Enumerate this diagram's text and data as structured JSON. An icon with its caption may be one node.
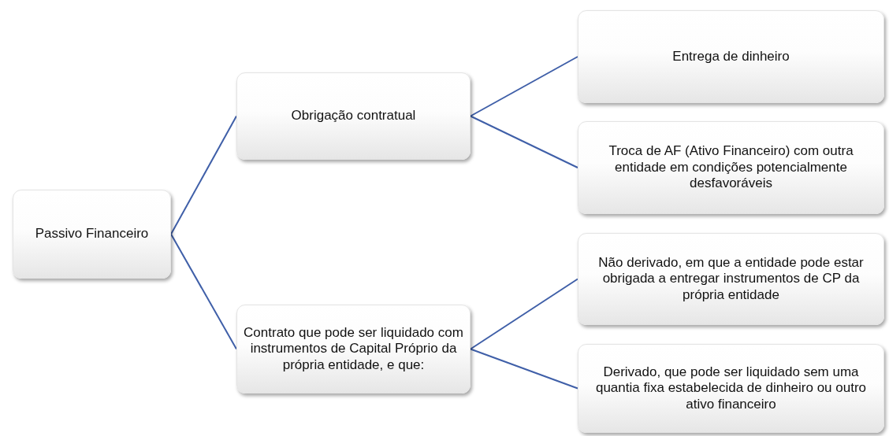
{
  "diagram": {
    "nodes": [
      {
        "text": [
          "Passivo Financeiro"
        ]
      },
      {
        "text": [
          "Obrigação contratual"
        ]
      },
      {
        "text": [
          "Contrato que pode ser liquidado com instrumentos de Capital Próprio da própria entidade, e que:"
        ]
      },
      {
        "text": [
          "Entrega de dinheiro"
        ]
      },
      {
        "text": [
          "Troca de AF (Ativo Financeiro) com outra entidade em condições potencialmente desfavoráveis"
        ]
      },
      {
        "text": [
          "Não derivado, em que a entidade pode estar obrigada a entregar instrumentos de CP da própria entidade"
        ]
      },
      {
        "text": [
          "Derivado, que pode ser liquidado sem uma quantia fixa estabelecida de dinheiro ou outro ativo financeiro"
        ]
      }
    ],
    "edges": [
      {
        "from": 0,
        "to": 1,
        "arrow": "none"
      },
      {
        "from": 0,
        "to": 2,
        "arrow": "none"
      },
      {
        "from": 1,
        "to": 3,
        "arrow": "none"
      },
      {
        "from": 1,
        "to": 4,
        "arrow": "none"
      },
      {
        "from": 2,
        "to": 5,
        "arrow": "none"
      },
      {
        "from": 2,
        "to": 6,
        "arrow": "none"
      }
    ]
  }
}
